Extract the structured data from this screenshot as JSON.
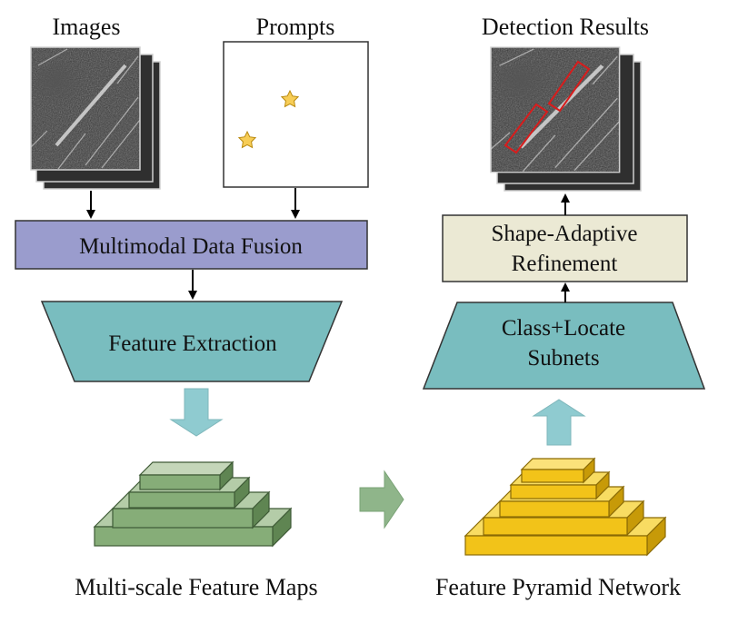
{
  "labels": {
    "images": "Images",
    "prompts": "Prompts",
    "detection_results": "Detection Results",
    "fusion": "Multimodal Data Fusion",
    "feature_extraction": "Feature Extraction",
    "shape_adaptive_line1": "Shape-Adaptive",
    "shape_adaptive_line2": "Refinement",
    "class_locate_line1": "Class+Locate",
    "class_locate_line2": "Subnets",
    "multiscale_maps": "Multi-scale Feature Maps",
    "fpn": "Feature Pyramid Network"
  },
  "colors": {
    "fusion_fill": "#9a9ccd",
    "teal_fill": "#79bdbf",
    "refine_fill": "#ebe9d4",
    "pyramid_green": "#86ad78",
    "pyramid_yellow": "#f2c319",
    "arrow_teal": "#8fcbd0",
    "arrow_green": "#8fb58a",
    "star_fill": "#f7cd56",
    "bbox_red": "#d81c1c"
  }
}
